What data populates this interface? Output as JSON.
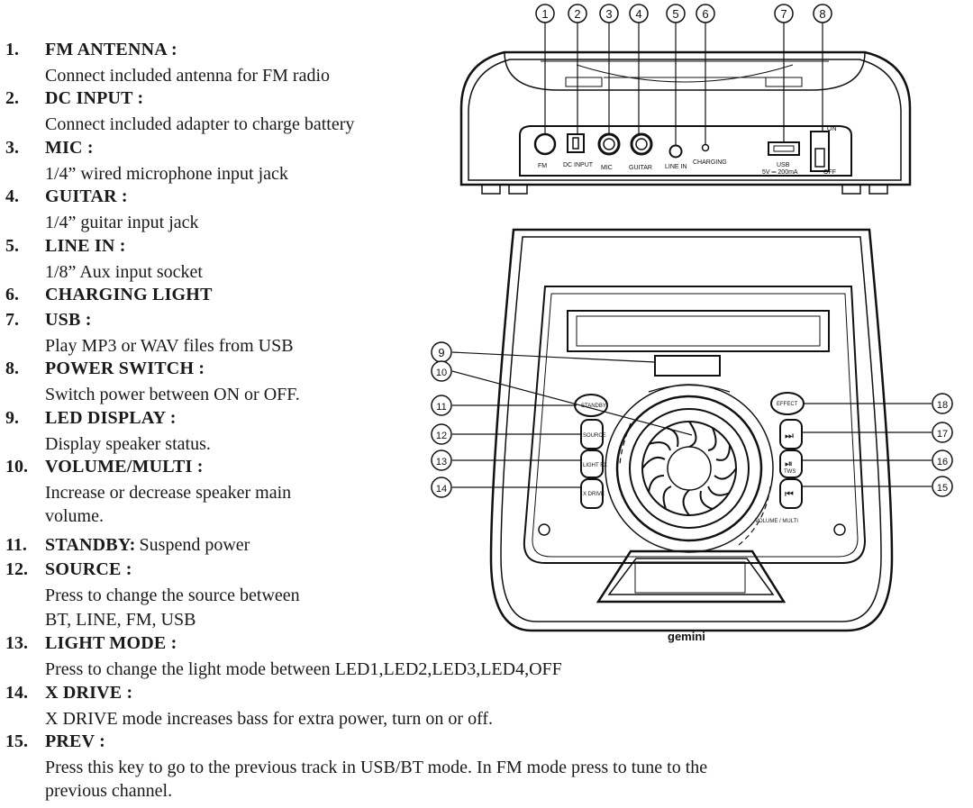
{
  "items": [
    {
      "num": "1.",
      "title": "FM ANTENNA :",
      "desc": "Connect included antenna for FM radio"
    },
    {
      "num": "2.",
      "title": "DC INPUT :",
      "desc": "Connect included adapter to charge battery"
    },
    {
      "num": "3.",
      "title": "MIC :",
      "desc": "1/4” wired microphone input jack"
    },
    {
      "num": "4.",
      "title": "GUITAR :",
      "desc": "1/4” guitar input jack"
    },
    {
      "num": "5.",
      "title": "LINE IN :",
      "desc": "1/8” Aux input socket"
    },
    {
      "num": "6.",
      "title": "CHARGING  LIGHT",
      "desc": ""
    },
    {
      "num": "7.",
      "title": "USB :",
      "desc": "Play MP3 or WAV files from USB"
    },
    {
      "num": "8.",
      "title": "POWER SWITCH  :",
      "desc": "Switch power between ON or OFF."
    },
    {
      "num": "9.",
      "title": "LED DISPLAY :",
      "desc": "Display speaker status."
    },
    {
      "num": "10.",
      "title": "VOLUME/MULTI  :",
      "desc": "Increase or decrease speaker main volume."
    },
    {
      "num": "11.",
      "title": "STANDBY:",
      "inline": "Suspend power"
    },
    {
      "num": "12.",
      "title": "SOURCE :",
      "desc": "Press to change the source between BT, LINE, FM, USB"
    },
    {
      "num": "13.",
      "title": "LIGHT MODE :",
      "desc": "Press to change the light mode between LED1,LED2,LED3,LED4,OFF"
    },
    {
      "num": "14.",
      "title": "X DRIVE :",
      "desc": "X DRIVE mode increases bass for extra power, turn on or off."
    },
    {
      "num": "15.",
      "title": "PREV :",
      "desc": "Press this key to go to the previous track in USB/BT mode. In FM mode press to tune to the previous channel."
    }
  ],
  "desc_lines": {
    "item10": [
      "Increase or decrease speaker main",
      "volume."
    ],
    "item12": [
      "Press to change the source between",
      "BT, LINE, FM, USB"
    ],
    "item15": [
      "Press this key to go to the previous track in USB/BT mode. In FM mode press to tune to the",
      "previous channel."
    ]
  },
  "diagram": {
    "callouts": [
      "1",
      "2",
      "3",
      "4",
      "5",
      "6",
      "7",
      "8",
      "9",
      "10",
      "11",
      "12",
      "13",
      "14",
      "15",
      "16",
      "17",
      "18"
    ],
    "rear_labels": {
      "fm": "FM",
      "dc_input": "DC INPUT",
      "mic": "MIC",
      "guitar": "GUITAR",
      "line_in": "LINE IN",
      "charging": "CHARGING",
      "usb": "USB",
      "usb_rating": "5V ═ 200mA",
      "on": "ON",
      "off": "OFF"
    },
    "front_labels": {
      "standby": "STANDBY",
      "effect": "EFFECT",
      "source": "SOURCE",
      "light_fx": "LIGHT FX",
      "x_drive": "X DRIVE",
      "volume_multi": "VOLUME / MULTI",
      "brand": "gemini",
      "next": "⏭",
      "play_pause": "⏯",
      "twin": "TWS",
      "prev": "⏮"
    }
  }
}
